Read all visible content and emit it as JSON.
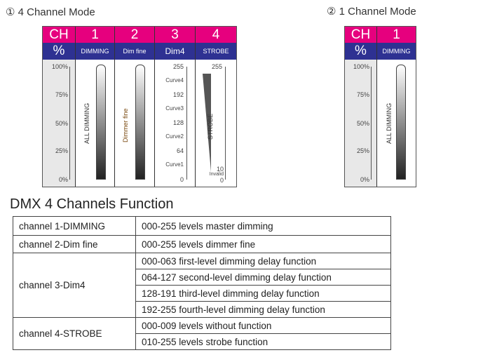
{
  "mode4": {
    "title": "① 4 Channel Mode",
    "ch": "CH",
    "pct": "%",
    "channels": [
      {
        "num": "1",
        "name": "DIMMING",
        "label": "ALL DIMMING"
      },
      {
        "num": "2",
        "name": "Dim fine",
        "label": "Dimmer fine"
      },
      {
        "num": "3",
        "name": "Dim4"
      },
      {
        "num": "4",
        "name": "STROBE",
        "label": "STROBE"
      }
    ],
    "percent_ticks": [
      "100%",
      "75%",
      "50%",
      "25%",
      "0%"
    ],
    "dim4_ticks": [
      "255",
      "Curve4",
      "192",
      "Curve3",
      "128",
      "Curve2",
      "64",
      "Curve1",
      "0"
    ],
    "strobe_ticks": [
      "255",
      "10",
      "Invalid",
      "0"
    ]
  },
  "mode1": {
    "title": "② 1 Channel Mode",
    "ch": "CH",
    "pct": "%",
    "num": "1",
    "name": "DIMMING",
    "label": "ALL DIMMING",
    "percent_ticks": [
      "100%",
      "75%",
      "50%",
      "25%",
      "0%"
    ]
  },
  "function": {
    "title": "DMX 4 Channels Function",
    "rows": [
      {
        "channel": "channel 1-DIMMING",
        "values": [
          "000-255 levels master dimming"
        ]
      },
      {
        "channel": "channel 2-Dim fine",
        "values": [
          "000-255 levels dimmer fine"
        ]
      },
      {
        "channel": "channel 3-Dim4",
        "values": [
          "000-063 first-level dimming delay function",
          "064-127  second-level dimming delay function",
          "128-191 third-level dimming delay function",
          "192-255 fourth-level dimming delay function"
        ]
      },
      {
        "channel": "channel 4-STROBE",
        "values": [
          "000-009 levels without function",
          "010-255 levels strobe function"
        ]
      }
    ]
  }
}
